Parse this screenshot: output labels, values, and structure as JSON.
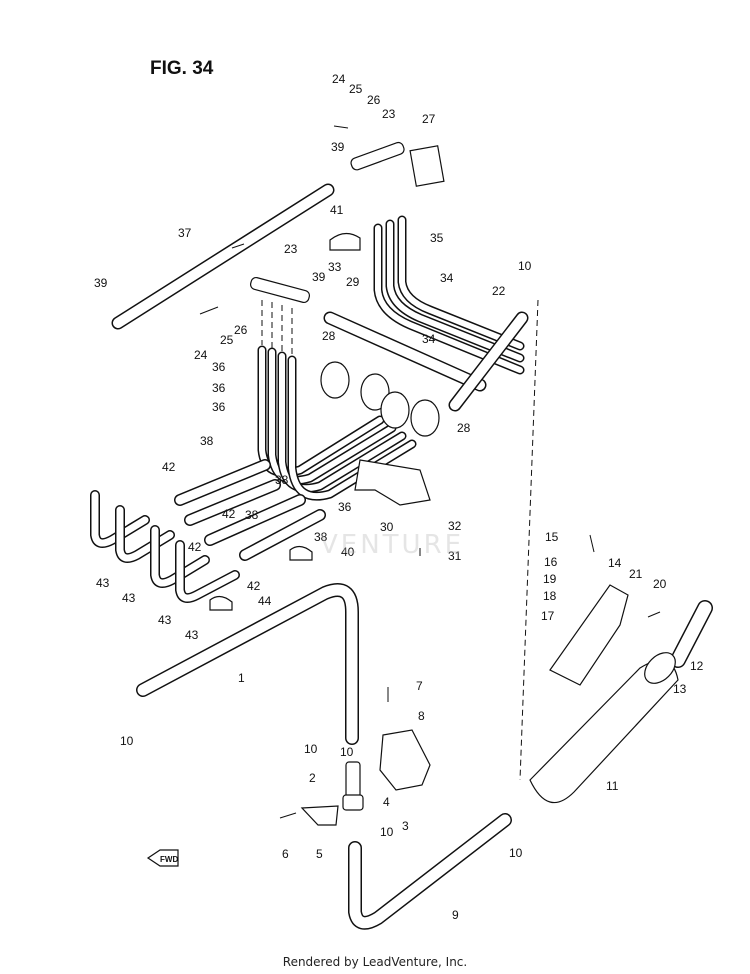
{
  "figure_title": "FIG. 34",
  "footer_text": "Rendered by LeadVenture, Inc.",
  "watermark_text": "VENTURE",
  "fwd_label": "FWD",
  "callouts": [
    "1",
    "2",
    "3",
    "4",
    "5",
    "6",
    "7",
    "8",
    "9",
    "10",
    "10",
    "10",
    "10",
    "10",
    "10",
    "11",
    "12",
    "13",
    "14",
    "15",
    "16",
    "17",
    "18",
    "19",
    "20",
    "21",
    "22",
    "23",
    "23",
    "24",
    "24",
    "25",
    "25",
    "26",
    "26",
    "27",
    "28",
    "28",
    "29",
    "30",
    "31",
    "32",
    "33",
    "34",
    "34",
    "35",
    "36",
    "36",
    "36",
    "36",
    "37",
    "38",
    "38",
    "38",
    "38",
    "39",
    "39",
    "39",
    "40",
    "41",
    "42",
    "42",
    "42",
    "42",
    "43",
    "43",
    "43",
    "43",
    "44"
  ],
  "colors": {
    "ink": "#111111",
    "paper": "#ffffff",
    "watermark": "#b4b4b4"
  }
}
